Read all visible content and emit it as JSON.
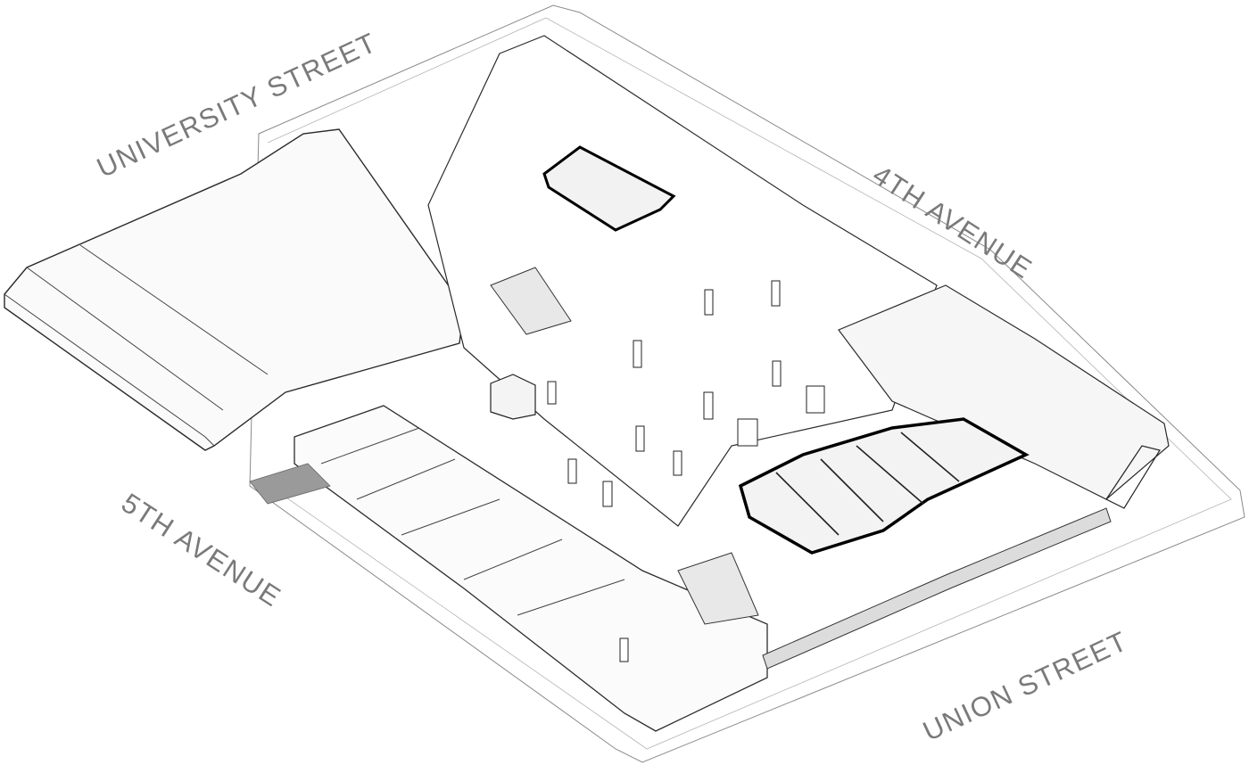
{
  "streets": {
    "north": "UNIVERSITY STREET",
    "east": "4TH AVENUE",
    "west": "5TH AVENUE",
    "south": "UNION STREET"
  },
  "colors": {
    "line": "#2b2b2b",
    "label": "#7a7a7a",
    "paving": "#9a9a9a"
  }
}
